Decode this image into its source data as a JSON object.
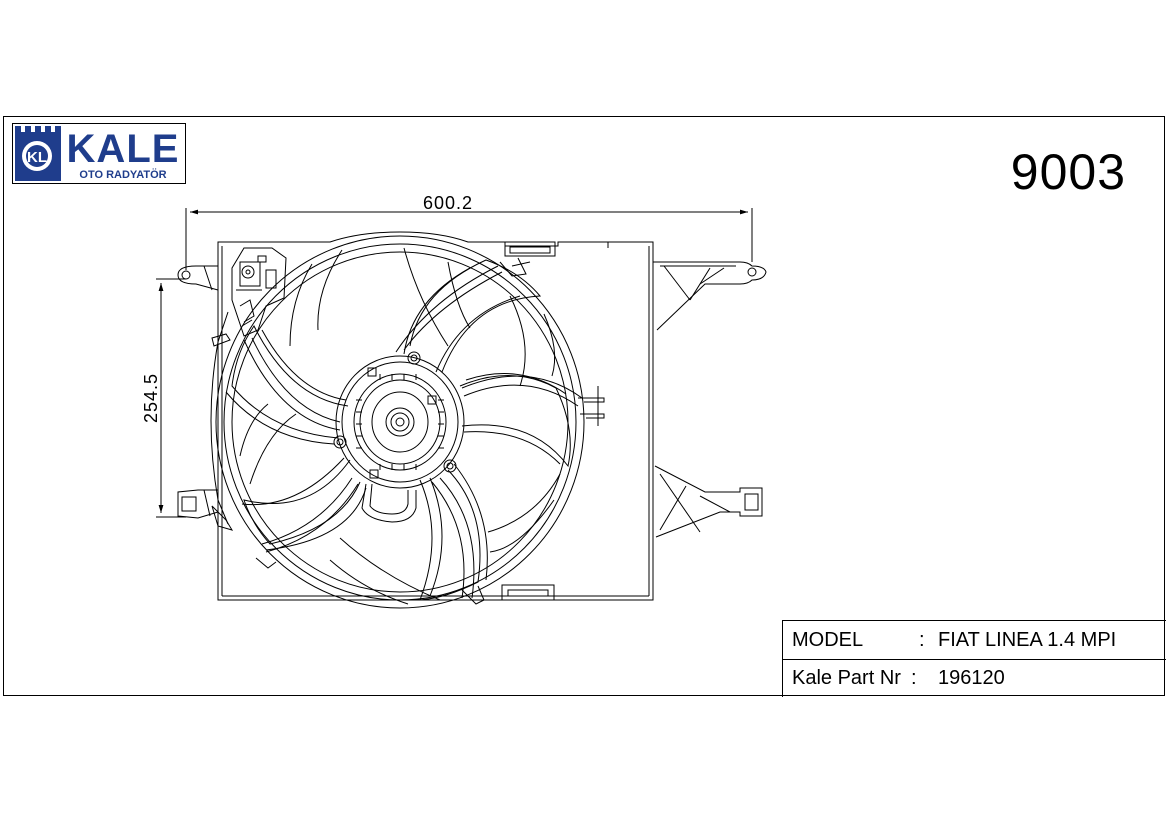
{
  "logo": {
    "brand": "KALE",
    "subtitle": "OTO RADYATÖR",
    "monogram": "KL",
    "brand_color": "#1f3d8c"
  },
  "part_number": "9003",
  "dimensions": {
    "width_label": "600.2",
    "height_label": "254.5"
  },
  "info": {
    "model_label": "MODEL",
    "model_sep": ":",
    "model_value": "FIAT LINEA 1.4 MPI",
    "part_label": "Kale Part Nr",
    "part_sep": ":",
    "part_value": "196120"
  }
}
